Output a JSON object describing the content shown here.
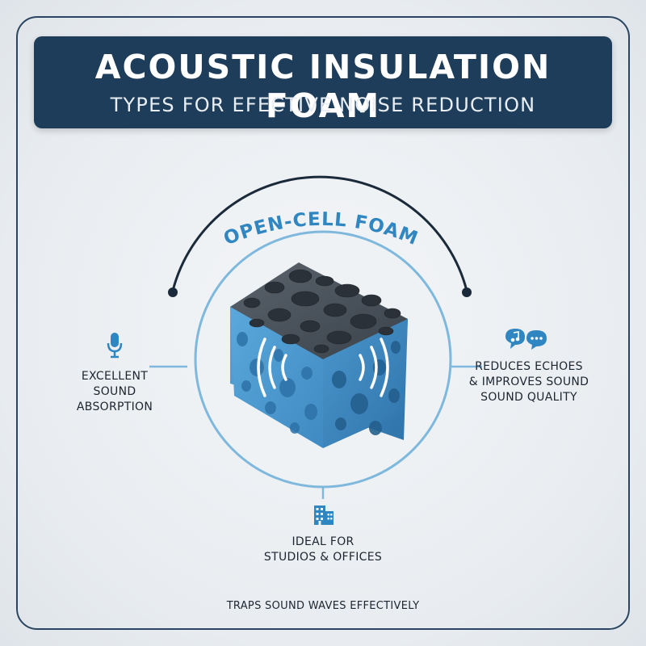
{
  "header": {
    "title": "ACOUSTIC INSULATION FOAM",
    "subtitle": "TYPES FOR EFECTIVE NOISE REDUCTION"
  },
  "diagram": {
    "center_label": "OPEN-CELL FOAM",
    "center_image_icon": "foam-cube-with-sound-waves",
    "left_feature": {
      "icon": "microphone-icon",
      "lines": [
        "EXCELLENT",
        "SOUND",
        "ABSORPTION"
      ]
    },
    "right_feature": {
      "icon": "music-note-and-chat-bubble-icons",
      "lines": [
        "REDUCES ECHOES",
        "& IMPROVES SOUND",
        "SOUND QUALITY"
      ]
    },
    "bottom_feature": {
      "icon": "building-icon",
      "lines": [
        "IDEAL FOR",
        "STUDIOS & OFFICES"
      ]
    }
  },
  "footer": {
    "caption": "TRAPS SOUND WAVES EFFECTIVELY"
  },
  "colors": {
    "banner": "#1e3d5a",
    "accent_blue": "#2f86c0",
    "ring": "#7fb8dd",
    "foam_blue": "#4b9ad0",
    "foam_dark": "#3d4650",
    "text": "#1c2530"
  }
}
